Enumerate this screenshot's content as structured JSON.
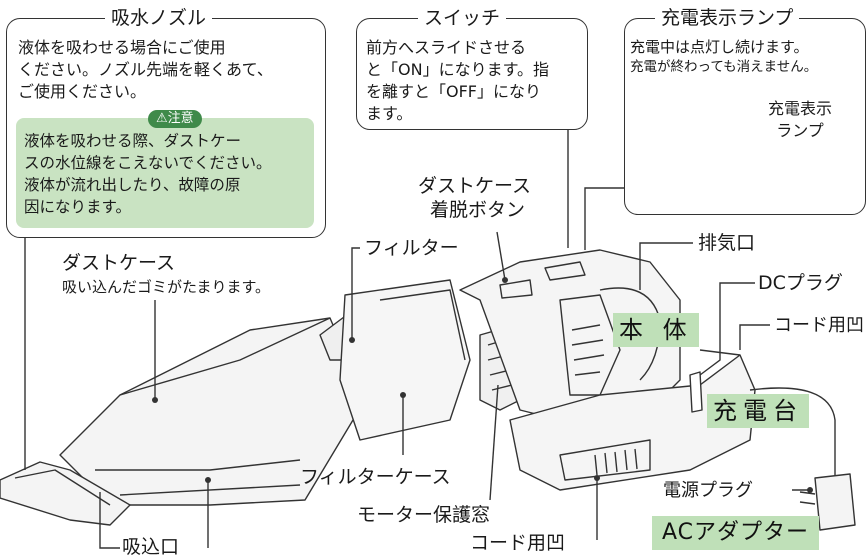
{
  "nozzle_box": {
    "title": "吸水ノズル",
    "body": [
      "液体を吸わせる場合にご使用",
      "ください。ノズル先端を軽くあて、",
      "ご使用ください。"
    ],
    "caution_badge": "⚠注意",
    "caution_body": [
      "液体を吸わせる際、ダストケー",
      "スの水位線をこえないでください。",
      "液体が流れ出したり、故障の原",
      "因になります。"
    ]
  },
  "switch_box": {
    "title": "スイッチ",
    "body": [
      "前方へスライドさせる",
      "と「ON」になります。指",
      "を離すと「OFF」になり",
      "ます。"
    ]
  },
  "lamp_box": {
    "title": "充電表示ランプ",
    "body": [
      "充電中は点灯し続けます。",
      "充電が終わっても消えません。"
    ],
    "inner_label": [
      "充電表示",
      "ランプ"
    ]
  },
  "labels": {
    "dust_case_release": [
      "ダストケース",
      "着脱ボタン"
    ],
    "dust_case": "ダストケース",
    "dust_case_desc": "吸い込んだゴミがたまります。",
    "filter": "フィルター",
    "exhaust": "排気口",
    "dc_plug": "DCプラグ",
    "cord_recess_right": "コード用凹",
    "main_body": "本 体",
    "charger": "充電台",
    "filter_case": "フィルターケース",
    "motor_window": "モーター保護窓",
    "power_plug": "電源プラグ",
    "ac_adapter": "ACアダプター",
    "cord_recess_bottom": "コード用凹",
    "intake": "吸込口"
  },
  "colors": {
    "caution_bg": "#c9e3c2",
    "label_green": "#bfe0b8",
    "badge_green": "#3f8a4a",
    "line": "#333333"
  }
}
